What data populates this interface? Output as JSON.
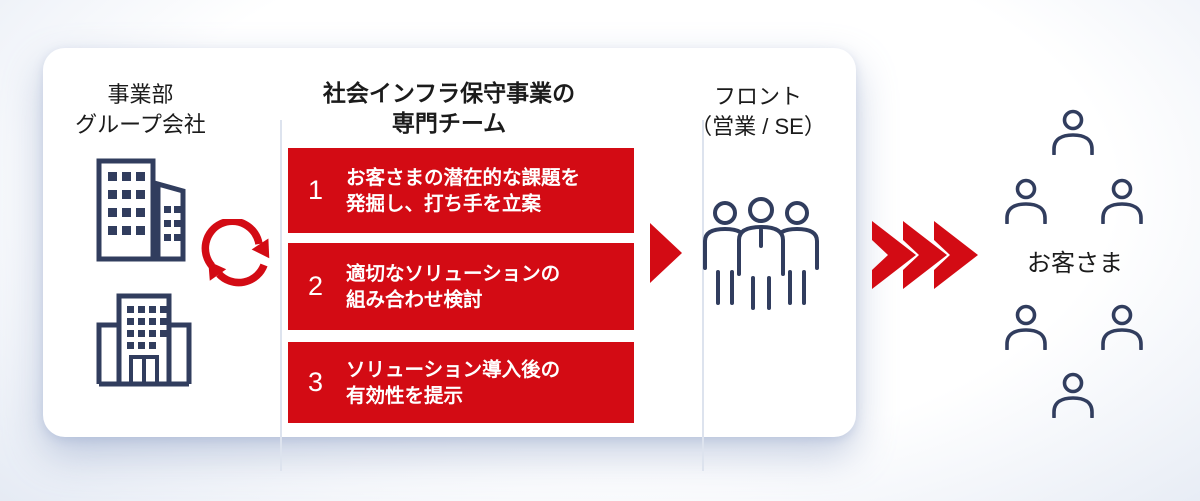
{
  "colors": {
    "red": "#d30b14",
    "navy": "#313d5e",
    "text": "#1b1b1b",
    "divider": "#dde3ee",
    "card_bg": "#ffffff",
    "bg_edge": "#d9e1ef"
  },
  "panel": {
    "source": {
      "title_line1": "事業部",
      "title_line2": "グループ会社",
      "icons": [
        "building-pair-icon",
        "office-building-icon"
      ]
    },
    "team": {
      "title_line1": "社会インフラ保守事業の",
      "title_line2": "専門チーム",
      "steps": [
        {
          "num": "1",
          "line1": "お客さまの潜在的な課題を",
          "line2": "発掘し、打ち手を立案"
        },
        {
          "num": "2",
          "line1": "適切なソリューションの",
          "line2": "組み合わせ検討"
        },
        {
          "num": "3",
          "line1": "ソリューション導入後の",
          "line2": "有効性を提示"
        }
      ]
    },
    "front": {
      "title_line1": "フロント",
      "title_line2": "（営業 / SE）",
      "icon": "team-icon"
    }
  },
  "connectors": {
    "cycle": "cycle-arrow-icon",
    "forward": "triangle-arrow-icon",
    "chevrons": "triple-chevron-icon"
  },
  "customer": {
    "label": "お客さま",
    "person_icon_count": 6
  }
}
